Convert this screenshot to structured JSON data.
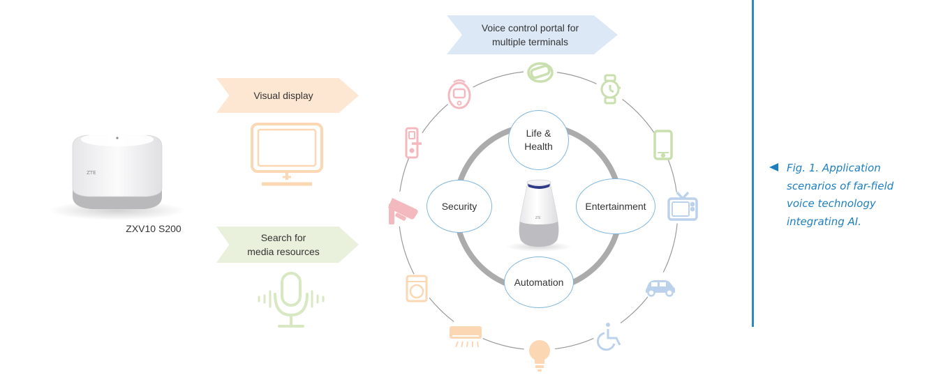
{
  "device": {
    "label": "ZXV10 S200"
  },
  "branches": {
    "visual_display": "Visual display",
    "search_media": "Search for\nmedia  resources"
  },
  "portal": {
    "label": "Voice control portal for\nmultiple terminals"
  },
  "scenarios": {
    "life_health": "Life &\nHealth",
    "security": "Security",
    "entertainment": "Entertainment",
    "automation": "Automation"
  },
  "terminal_icons": [
    "fitness-band-icon",
    "smartwatch-icon",
    "smartphone-icon",
    "tv-icon",
    "car-icon",
    "wheelchair-icon",
    "light-bulb-icon",
    "air-conditioner-icon",
    "washing-machine-icon",
    "security-camera-icon",
    "door-lock-icon",
    "robot-vacuum-icon"
  ],
  "caption": {
    "text": "Fig. 1. Application scenarios of far-field voice technology integrating AI."
  },
  "colors": {
    "accent_blue": "#1e7fc0",
    "visual_banner": "#fde6d2",
    "search_banner": "#e9f0dc",
    "portal_banner": "#dce8f6",
    "ring_gray": "#aaaaaa",
    "bubble_border": "#7fb6dd"
  }
}
